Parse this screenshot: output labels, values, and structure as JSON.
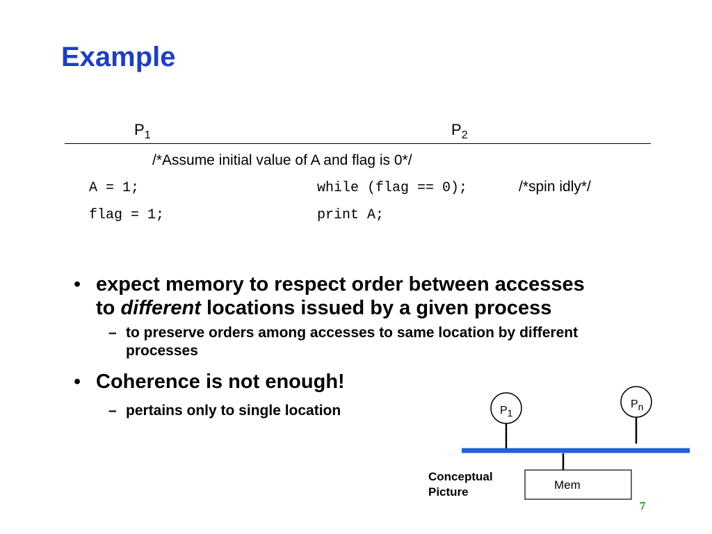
{
  "slide": {
    "title": "Example",
    "page_number": "7"
  },
  "table": {
    "p1_label": "P",
    "p1_sub": "1",
    "p2_label": "P",
    "p2_sub": "2",
    "assume_comment": "/*Assume initial value of A and  flag is 0*/",
    "p1_code": [
      "A = 1;",
      "flag = 1;"
    ],
    "p2_code": [
      "while (flag == 0);",
      "print A;"
    ],
    "spin_comment": "/*spin idly*/"
  },
  "bullets": {
    "b1_part1": "expect memory to respect order between accesses",
    "b1_to": "to",
    "b1_italic": "different",
    "b1_part2": "locations issued by a given process",
    "b1_sub": "to preserve orders among accesses to same location by different processes",
    "b2_text": "Coherence is not enough!",
    "b2_sub": "pertains only to single location",
    "bullet_char": "•",
    "dash_char": "–"
  },
  "diagram": {
    "p1_label": "P",
    "p1_sub": "1",
    "pn_label": "P",
    "pn_sub": "n",
    "mem_label": "Mem",
    "caption_line1": "Conceptual",
    "caption_line2": "Picture",
    "bus_color": "#1f5fe0"
  }
}
